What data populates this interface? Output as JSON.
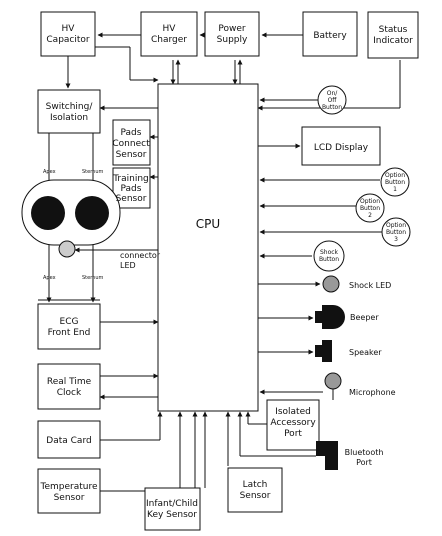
{
  "blocks": {
    "hv_capacitor": [
      "HV",
      "Capacitor"
    ],
    "hv_charger": [
      "HV",
      "Charger"
    ],
    "power_supply": [
      "Power",
      "Supply"
    ],
    "battery": "Battery",
    "status_indicator": [
      "Status",
      "Indicator"
    ],
    "switching_isolation": [
      "Switching/",
      "Isolation"
    ],
    "pads_connect_sensor": [
      "Pads",
      "Connect",
      "Sensor"
    ],
    "training_pads_sensor": [
      "Training",
      "Pads",
      "Sensor"
    ],
    "cpu": "CPU",
    "lcd_display": "LCD Display",
    "ecg_front_end": [
      "ECG",
      "Front End"
    ],
    "real_time_clock": [
      "Real Time",
      "Clock"
    ],
    "data_card": "Data Card",
    "temperature_sensor": [
      "Temperature",
      "Sensor"
    ],
    "infant_child_key_sensor": [
      "Infant/Child",
      "Key Sensor"
    ],
    "latch_sensor": [
      "Latch",
      "Sensor"
    ],
    "isolated_accessory_port": [
      "Isolated",
      "Accessory",
      "Port"
    ]
  },
  "buttons": {
    "on_off": [
      "On/",
      "Off",
      "Button"
    ],
    "option1": [
      "Option",
      "Button",
      "1"
    ],
    "option2": [
      "Option",
      "Button",
      "2"
    ],
    "option3": [
      "Option",
      "Button",
      "3"
    ],
    "shock": [
      "Shock",
      "Button"
    ]
  },
  "labels": {
    "apex_top": "Apex",
    "sternum_top": "Sternum",
    "apex_bottom": "Apex",
    "sternum_bottom": "Sternum",
    "connector_led": [
      "connector",
      "LED"
    ],
    "shock_led": "Shock LED",
    "beeper": "Beeper",
    "speaker": "Speaker",
    "microphone": "Microphone",
    "bluetooth_port": [
      "Bluetooth",
      "Port"
    ]
  }
}
